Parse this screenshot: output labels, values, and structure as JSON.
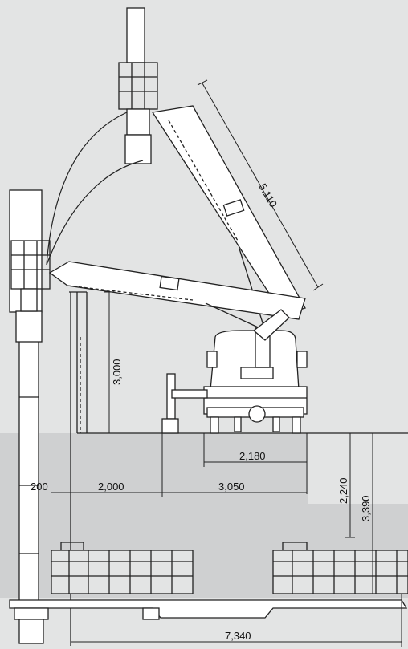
{
  "colors": {
    "background_upper": "#e3e4e4",
    "background_lower": "#cfd0d1",
    "line": "#222222",
    "fill_white": "#ffffff"
  },
  "dimensions": {
    "boom_length": "5,110",
    "height_above_ground": "3,000",
    "track_width": "2,180",
    "gap_left": "200",
    "outreach_1": "2,000",
    "outreach_2": "3,050",
    "depth_1": "2,240",
    "depth_2": "3,390",
    "total_reach": "7,340"
  }
}
